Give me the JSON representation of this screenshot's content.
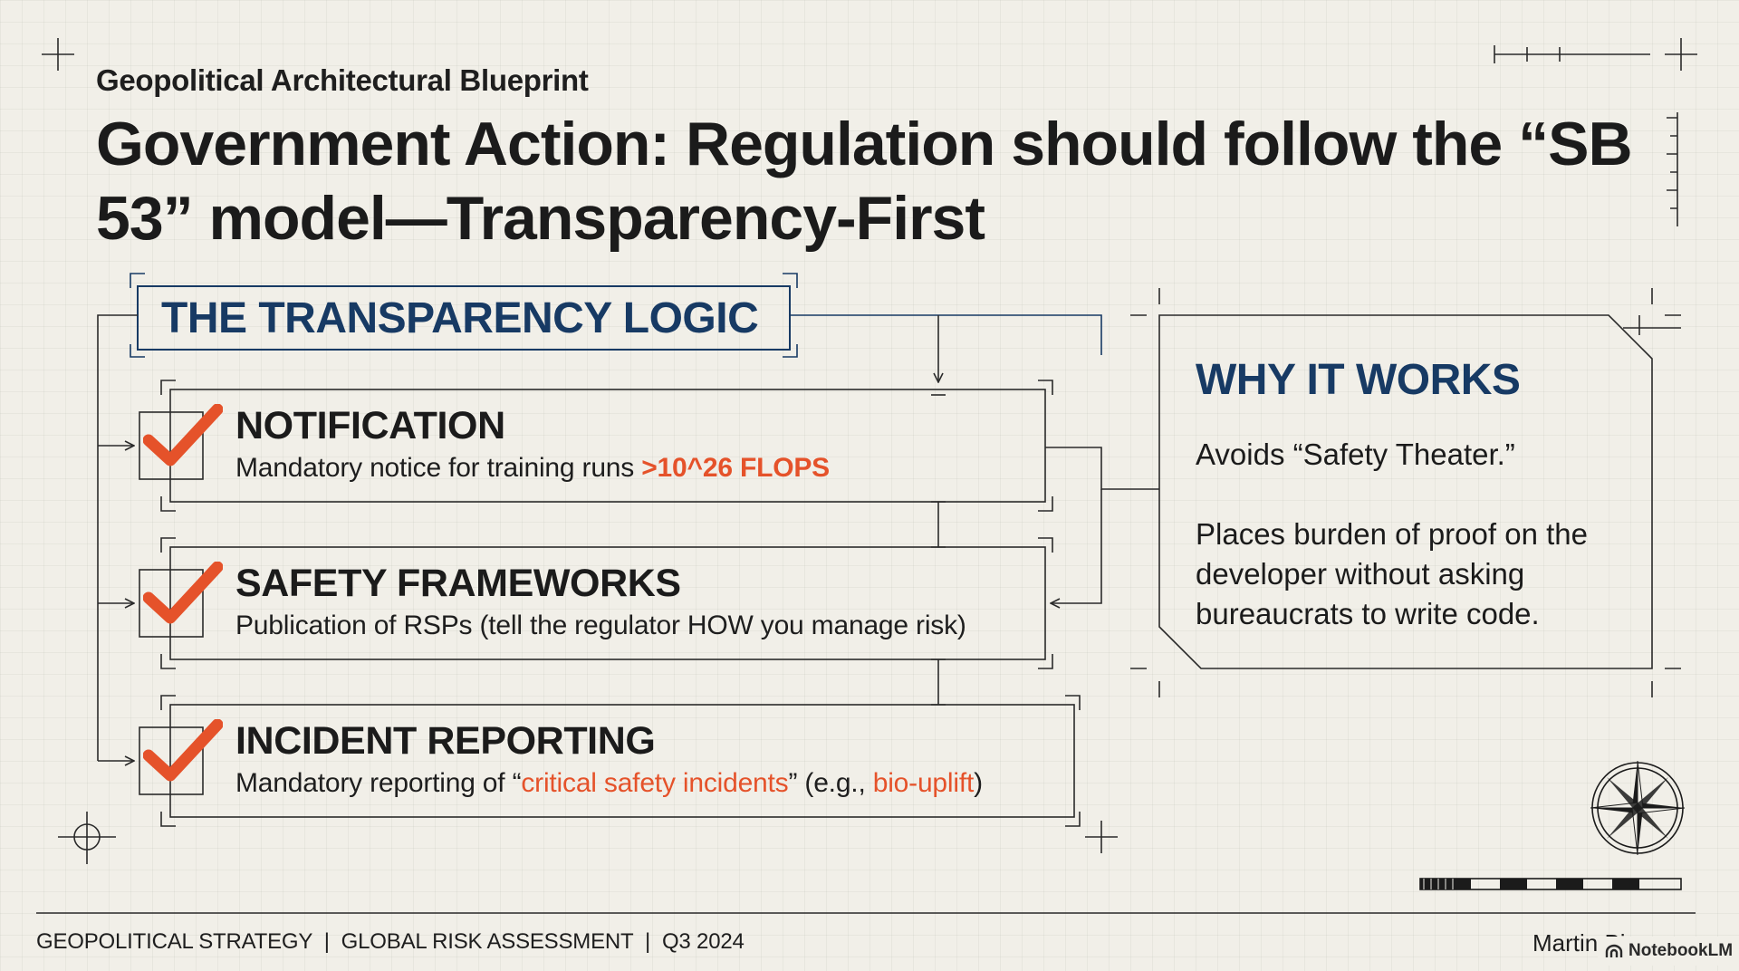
{
  "header": {
    "eyebrow": "Geopolitical Architectural Blueprint",
    "title": "Government Action: Regulation should follow the “SB 53” model—Transparency-First"
  },
  "logic": {
    "heading": "THE TRANSPARENCY LOGIC",
    "steps": [
      {
        "title": "NOTIFICATION",
        "desc_prefix": "Mandatory notice for training runs ",
        "desc_highlight": ">10^26 FLOPS"
      },
      {
        "title": "SAFETY FRAMEWORKS",
        "desc": "Publication of RSPs (tell the regulator HOW you manage risk)"
      },
      {
        "title": "INCIDENT REPORTING",
        "desc_prefix": "Mandatory reporting of “",
        "desc_highlight_1": "critical safety incidents",
        "desc_middle": "” (e.g., ",
        "desc_highlight_2": "bio-uplift",
        "desc_suffix": ")"
      }
    ]
  },
  "why": {
    "heading": "WHY IT WORKS",
    "line1": "Avoids “Safety Theater.”",
    "line2": "Places burden of proof on the developer without asking bureaucrats to write code."
  },
  "footer": {
    "left": "GEOPOLITICAL STRATEGY  |  GLOBAL RISK ASSESSMENT  |  Q3 2024",
    "author": "Martin Bischoff",
    "badge": "NotebookLM"
  },
  "icons": {
    "check": "checkmark-icon",
    "compass": "compass-rose-icon",
    "badge_logo": "notebooklm-logo-icon"
  },
  "colors": {
    "accent": "#e5522a",
    "navy": "#173a64",
    "ink": "#1b1b1b",
    "paper": "#f1efe8"
  }
}
